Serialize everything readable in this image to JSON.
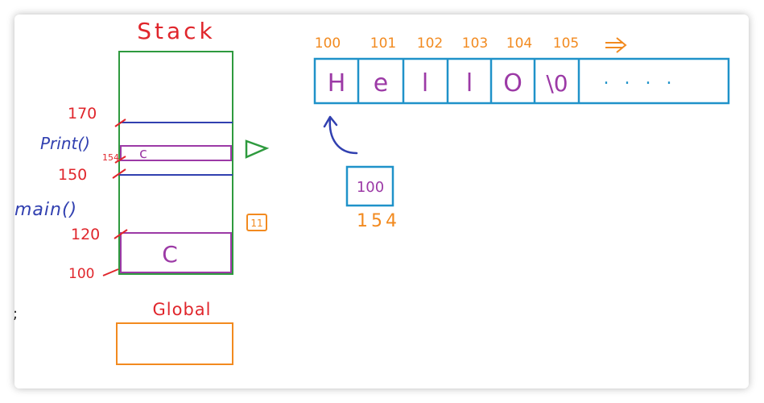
{
  "stack": {
    "title": "Stack",
    "title_color": "#e0262c",
    "border_color": "#2e9a3e",
    "addresses": [
      "170",
      "154",
      "150",
      "120",
      "100"
    ],
    "frames": [
      {
        "label": "Print()",
        "color": "#3140b0"
      },
      {
        "label": "main()",
        "color": "#3140b0"
      }
    ],
    "vars": [
      {
        "name": "c",
        "in": "Print()"
      },
      {
        "name": "C",
        "in": "main()"
      }
    ],
    "var_color": "#9c3aa6",
    "play_color": "#2e9a3e",
    "marker_label": "11",
    "marker_color": "#f28a1f"
  },
  "global": {
    "title": "Global",
    "title_color": "#e0262c",
    "border_color": "#f28a1f"
  },
  "array": {
    "addresses": [
      "100",
      "101",
      "102",
      "103",
      "104",
      "105"
    ],
    "address_color": "#f28a1f",
    "cells": [
      "H",
      "e",
      "l",
      "l",
      "O",
      "\\0"
    ],
    "rest": ". . . .",
    "cell_color": "#9c3aa6",
    "border_color": "#1f92c9",
    "arrow_color": "#f28a1f"
  },
  "pointer": {
    "value": "100",
    "address": "154",
    "value_color": "#9c3aa6",
    "border_color": "#1f92c9",
    "address_color": "#f28a1f",
    "arrow_color": "#3140b0"
  },
  "margin_mark": ";"
}
